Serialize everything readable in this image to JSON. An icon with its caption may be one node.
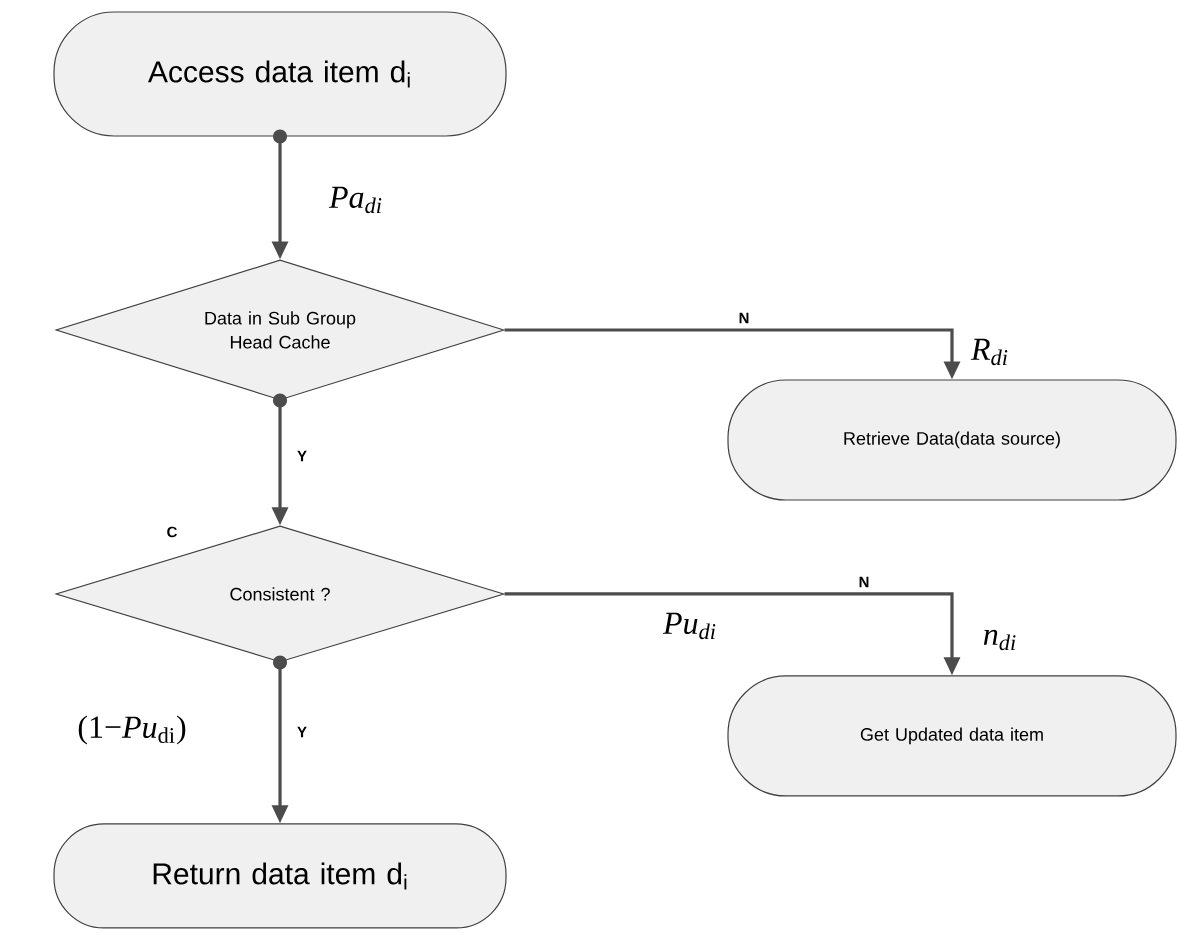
{
  "diagram": {
    "nodes": [
      {
        "text": [
          "Access data item d$_{i}$"
        ]
      },
      {
        "text": [
          "Data in Sub Group Head Cache"
        ]
      },
      {
        "text": [
          "Retrieve Data(data source)"
        ],
        "beside": [
          "R$_{di}$"
        ]
      },
      {
        "text": [
          "Consistent ?"
        ],
        "beside": [
          "C"
        ]
      },
      {
        "text": [
          "Get Updated data item"
        ],
        "beside": [
          "n$_{di}$"
        ]
      },
      {
        "text": [
          "Return data item d$_{i}$"
        ]
      }
    ],
    "edges": [
      {
        "from": 0,
        "to": 1,
        "arrow": "to",
        "label": "Pa$_{di}$"
      },
      {
        "from": 1,
        "to": 2,
        "arrow": "to",
        "label": "N"
      },
      {
        "from": 1,
        "to": 3,
        "arrow": "to",
        "label": "Y"
      },
      {
        "from": 3,
        "to": 4,
        "arrow": "to",
        "label": "N"
      },
      {
        "from": 3,
        "to": 5,
        "arrow": "to",
        "label": "Y"
      }
    ],
    "labels": [
      "Pu$_{di}$",
      "(1−*Pu*$_{di}$)"
    ]
  }
}
